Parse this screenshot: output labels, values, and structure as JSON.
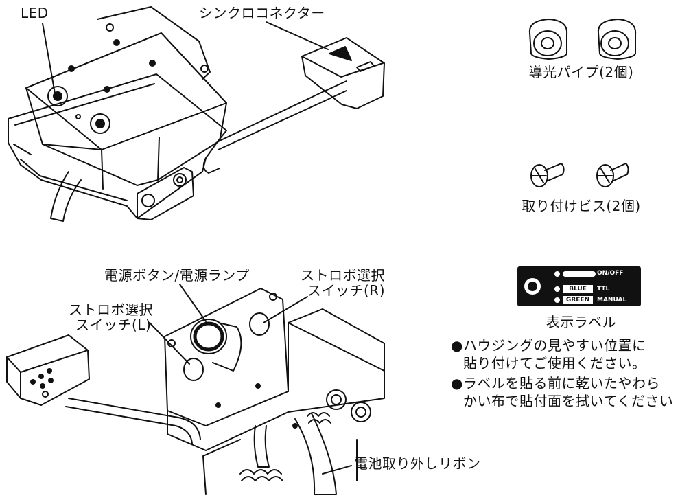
{
  "callouts": {
    "led": "LED",
    "sync_connector": "シンクロコネクター",
    "power_button": "電源ボタン/電源ランプ",
    "strobe_select_r_line1": "ストロボ選択",
    "strobe_select_r_line2": "スイッチ(R)",
    "strobe_select_l_line1": "ストロボ選択",
    "strobe_select_l_line2": "スイッチ(L)",
    "battery_ribbon": "電池取り外しリボン"
  },
  "accessories": {
    "light_pipe": "導光パイプ(2個)",
    "screws": "取り付けビス(2個)",
    "label_title": "表示ラベル"
  },
  "display_label": {
    "on_off": "ON/OFF",
    "ttl": "TTL",
    "manual": "MANUAL",
    "blue": "BLUE",
    "green": "GREEN"
  },
  "notes": {
    "note1_line1": "ハウジングの見やすい位置に",
    "note1_line2": "貼り付けてご使用ください。",
    "note2_line1": "ラベルを貼る前に乾いたやわら",
    "note2_line2": "かい布で貼付面を拭いてください",
    "bullet": "●"
  }
}
